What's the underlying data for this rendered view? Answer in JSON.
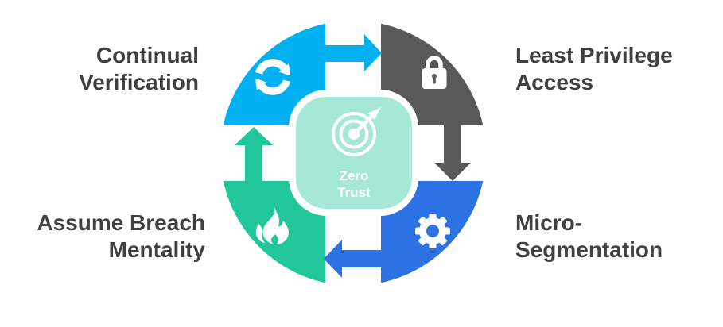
{
  "diagram": {
    "title": "Zero Trust",
    "flow_direction": "clockwise",
    "label_color": "#404040",
    "center": {
      "label": "Zero\nTrust",
      "icon": "target-icon",
      "bg_color": "#a6e8d5",
      "text_color": "#ffffff"
    },
    "segments": [
      {
        "label": "Continual\nVerification",
        "color": "#00b0f0",
        "icon": "sync-icon",
        "position": "top-left"
      },
      {
        "label": "Least Privilege\nAccess",
        "color": "#595959",
        "icon": "lock-icon",
        "position": "top-right"
      },
      {
        "label": "Micro-\nSegmentation",
        "color": "#2d72e5",
        "icon": "gear-icon",
        "position": "bottom-right"
      },
      {
        "label": "Assume Breach\nMentality",
        "color": "#21c69b",
        "icon": "flame-icon",
        "position": "bottom-left"
      }
    ],
    "arrows": [
      {
        "from": "Continual Verification",
        "to": "Least Privilege Access",
        "direction": "right",
        "color": "#00b0f0"
      },
      {
        "from": "Least Privilege Access",
        "to": "Micro-Segmentation",
        "direction": "down",
        "color": "#595959"
      },
      {
        "from": "Micro-Segmentation",
        "to": "Assume Breach Mentality",
        "direction": "left",
        "color": "#2d72e5"
      },
      {
        "from": "Assume Breach Mentality",
        "to": "Continual Verification",
        "direction": "up",
        "color": "#21c69b"
      }
    ]
  }
}
